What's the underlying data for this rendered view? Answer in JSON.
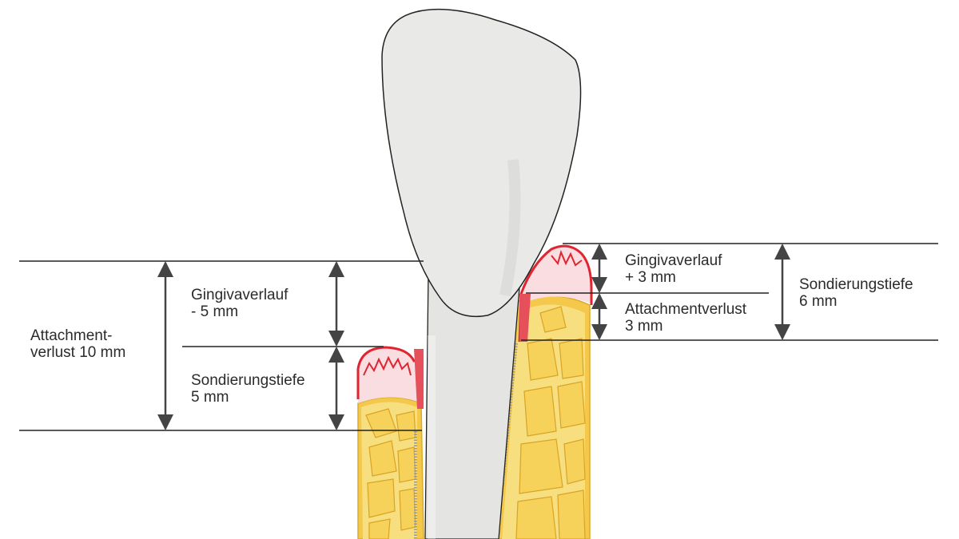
{
  "labels": {
    "left_attachment": [
      "Attachment-",
      "verlust 10 mm"
    ],
    "left_gingiva": [
      "Gingivaverlauf",
      "- 5 mm"
    ],
    "left_probing": [
      "Sondierungstiefe",
      "5 mm"
    ],
    "right_gingiva": [
      "Gingivaverlauf",
      "+ 3 mm"
    ],
    "right_attachment": [
      "Attachmentverlust",
      "3 mm"
    ],
    "right_probing": [
      "Sondierungstiefe",
      "6 mm"
    ]
  },
  "colors": {
    "enamel": "#e9e9e7",
    "root": "#e4e4e2",
    "gingiva": "#f9dde0",
    "gingiva_inflamed": "#e02530",
    "bone": "#f3c84b",
    "bone_fill": "#f7df7f",
    "line": "#222222",
    "arrow": "#444444"
  }
}
